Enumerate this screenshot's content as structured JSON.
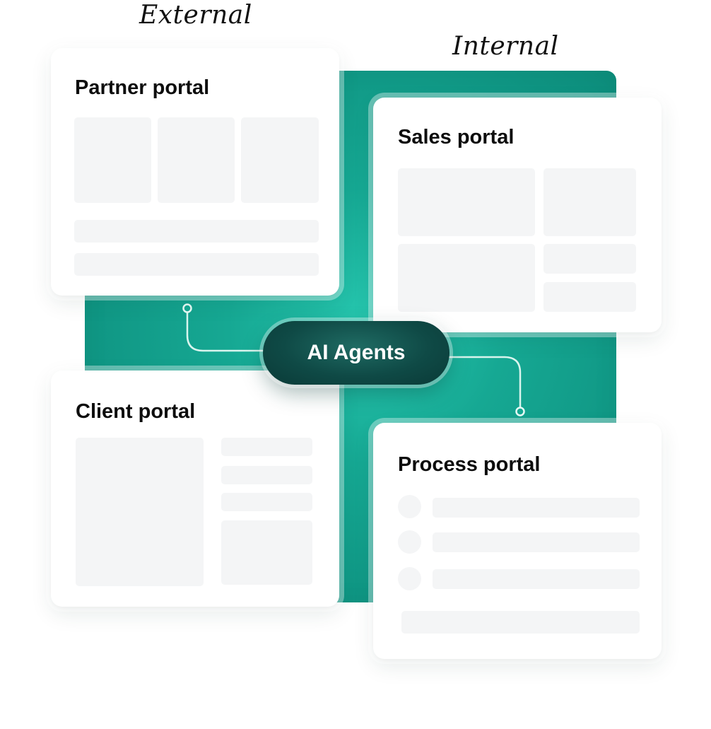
{
  "labels": {
    "external": "External",
    "internal": "Internal"
  },
  "portals": {
    "partner": {
      "title": "Partner portal"
    },
    "sales": {
      "title": "Sales portal"
    },
    "client": {
      "title": "Client portal"
    },
    "process": {
      "title": "Process portal"
    }
  },
  "center": {
    "label": "AI Agents"
  },
  "colors": {
    "teal": "#16a893",
    "pill": "#0f4a46",
    "placeholder": "#f4f5f6",
    "text": "#0d0d0d"
  }
}
